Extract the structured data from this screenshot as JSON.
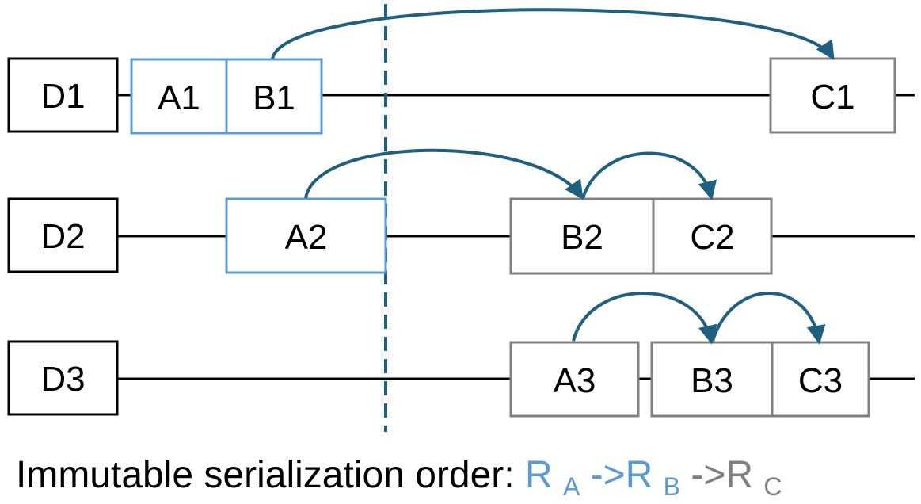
{
  "colors": {
    "black": "#000000",
    "blue": "#5b9bd5",
    "gray": "#808080",
    "arrow": "#1f5f7f",
    "divider": "#1f5f7f"
  },
  "rows": [
    {
      "device": "D1",
      "blocks": [
        {
          "label": "A1",
          "style": "blue"
        },
        {
          "label": "B1",
          "style": "blue"
        },
        {
          "label": "C1",
          "style": "gray"
        }
      ]
    },
    {
      "device": "D2",
      "blocks": [
        {
          "label": "A2",
          "style": "blue"
        },
        {
          "label": "B2",
          "style": "gray"
        },
        {
          "label": "C2",
          "style": "gray"
        }
      ]
    },
    {
      "device": "D3",
      "blocks": [
        {
          "label": "A3",
          "style": "gray"
        },
        {
          "label": "B3",
          "style": "gray"
        },
        {
          "label": "C3",
          "style": "gray"
        }
      ]
    }
  ],
  "arrows": [
    {
      "from": "B1",
      "to": "C1"
    },
    {
      "from": "A2",
      "to": "B2"
    },
    {
      "from": "B2",
      "to": "C2"
    },
    {
      "from": "A3",
      "to": "B3"
    },
    {
      "from": "B3",
      "to": "C3"
    }
  ],
  "caption": {
    "prefix": "Immutable serialization order: ",
    "parts": [
      {
        "main": "R",
        "sub": "A",
        "color": "blue"
      },
      {
        "main": "->R",
        "sub": "B",
        "color": "blue"
      },
      {
        "main": "->R",
        "sub": "C",
        "color": "gray"
      }
    ]
  }
}
